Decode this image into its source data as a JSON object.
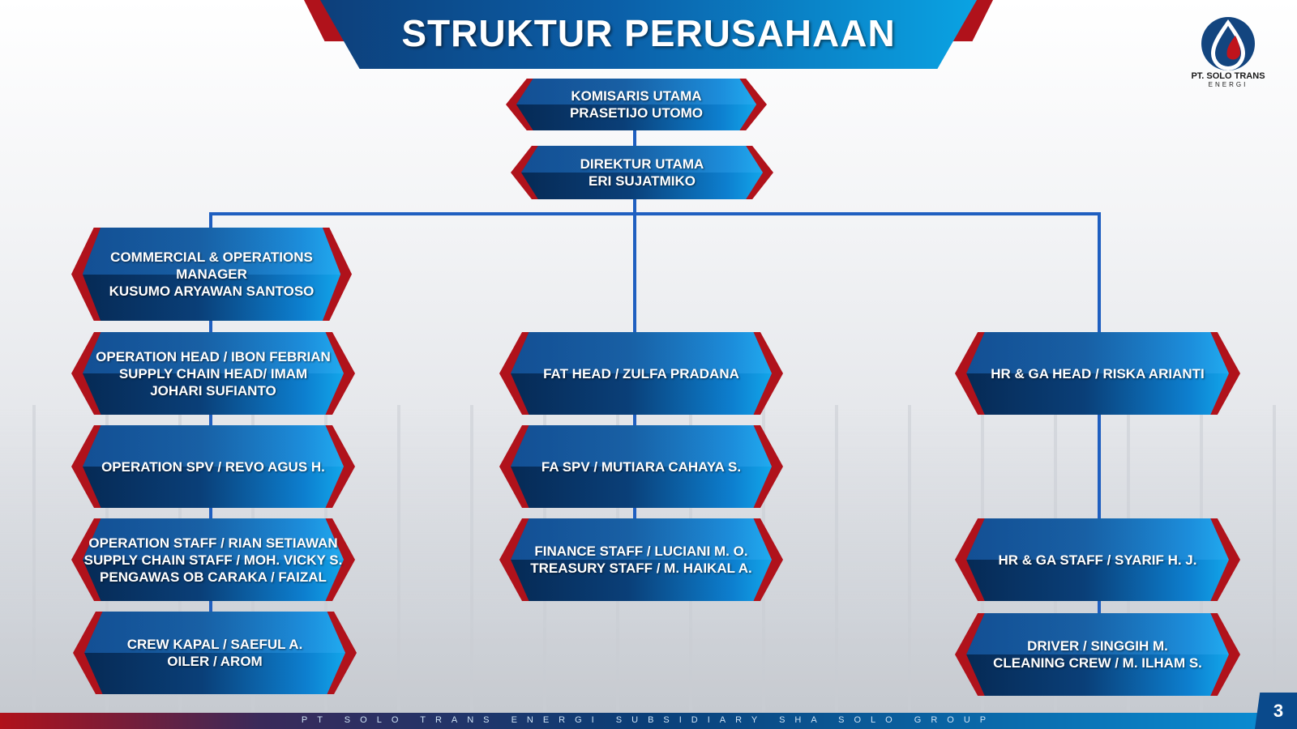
{
  "title": "STRUKTUR PERUSAHAAN",
  "logo": {
    "name": "PT. SOLO TRANS",
    "sub": "ENERGI"
  },
  "top": [
    {
      "lines": [
        "KOMISARIS UTAMA",
        "PRASETIJO UTOMO"
      ]
    },
    {
      "lines": [
        "DIREKTUR UTAMA",
        "ERI SUJATMIKO"
      ]
    }
  ],
  "left": [
    {
      "lines": [
        "COMMERCIAL & OPERATIONS",
        "MANAGER",
        "KUSUMO ARYAWAN SANTOSO"
      ]
    },
    {
      "lines": [
        "OPERATION HEAD / IBON FEBRIAN",
        "SUPPLY CHAIN HEAD/ IMAM",
        "JOHARI SUFIANTO"
      ]
    },
    {
      "lines": [
        "OPERATION SPV / REVO AGUS H."
      ]
    },
    {
      "lines": [
        "OPERATION STAFF / RIAN SETIAWAN",
        "SUPPLY CHAIN STAFF / MOH. VICKY S.",
        "PENGAWAS OB CARAKA / FAIZAL"
      ]
    },
    {
      "lines": [
        "CREW KAPAL / SAEFUL A.",
        "OILER / AROM"
      ]
    }
  ],
  "middle": [
    {
      "lines": [
        "FAT HEAD / ZULFA PRADANA"
      ]
    },
    {
      "lines": [
        "FA SPV / MUTIARA CAHAYA S."
      ]
    },
    {
      "lines": [
        "FINANCE STAFF / LUCIANI M. O.",
        "TREASURY STAFF / M. HAIKAL A."
      ]
    }
  ],
  "right": [
    {
      "lines": [
        "HR & GA HEAD / RISKA ARIANTI"
      ]
    },
    {
      "lines": [
        "HR & GA STAFF / SYARIF H. J."
      ]
    },
    {
      "lines": [
        "DRIVER / SINGGIH M.",
        "CLEANING CREW / M. ILHAM S."
      ]
    }
  ],
  "footer": "PT SOLO TRANS ENERGI SUBSIDIARY SHA SOLO GROUP",
  "page_number": "3"
}
